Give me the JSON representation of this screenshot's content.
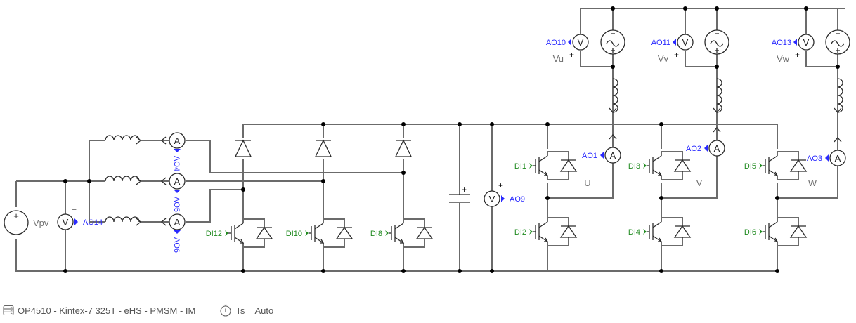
{
  "schematic": {
    "source": {
      "name": "Vpv",
      "plus": "+",
      "minus": "−"
    },
    "voltmeters": [
      {
        "id": "vm-pv",
        "symbol": "V",
        "output": "AO14"
      },
      {
        "id": "vm-dc",
        "symbol": "V",
        "output": "AO9"
      },
      {
        "id": "vm-u",
        "symbol": "V",
        "output": "AO10",
        "name": "Vu"
      },
      {
        "id": "vm-v",
        "symbol": "V",
        "output": "AO11",
        "name": "Vv"
      },
      {
        "id": "vm-w",
        "symbol": "V",
        "output": "AO13",
        "name": "Vw"
      }
    ],
    "ammeters": [
      {
        "id": "am-boost1",
        "symbol": "A",
        "output": "AO4"
      },
      {
        "id": "am-boost2",
        "symbol": "A",
        "output": "AO5"
      },
      {
        "id": "am-boost3",
        "symbol": "A",
        "output": "AO6"
      },
      {
        "id": "am-u",
        "symbol": "A",
        "output": "AO1"
      },
      {
        "id": "am-v",
        "symbol": "A",
        "output": "AO2"
      },
      {
        "id": "am-w",
        "symbol": "A",
        "output": "AO3"
      }
    ],
    "boost_switches": [
      "DI12",
      "DI10",
      "DI8"
    ],
    "inverter_switches": {
      "upper": [
        "DI1",
        "DI3",
        "DI5"
      ],
      "lower": [
        "DI2",
        "DI4",
        "DI6"
      ]
    },
    "phases": [
      "U",
      "V",
      "W"
    ],
    "plus_sign": "+"
  },
  "footer": {
    "target": "OP4510 - Kintex-7 325T - eHS - PMSM - IM",
    "target_icon": "server-rack-icon",
    "timestep": "Ts = Auto",
    "timestep_icon": "stopwatch-icon"
  }
}
